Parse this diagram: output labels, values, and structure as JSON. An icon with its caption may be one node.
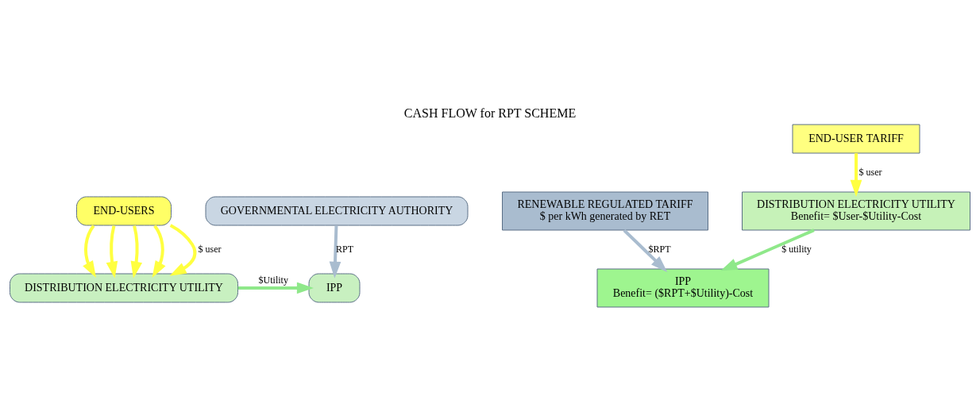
{
  "diagram": {
    "title": "CASH FLOW for RPT SCHEME",
    "nodes": [
      {
        "text": [
          "GOVERNMENTAL ELECTRICITY AUTHORITY"
        ]
      },
      {
        "text": [
          "IPP"
        ]
      },
      {
        "text": [
          "DISTRIBUTION ELECTRICITY UTILITY"
        ]
      },
      {
        "text": [
          "END-USERS"
        ]
      },
      {
        "text": [
          "RENEWABLE REGULATED TARIFF",
          "$ per kWh generated by RET"
        ]
      },
      {
        "text": [
          "IPP",
          "Benefit= ($RPT+$Utility)-Cost"
        ]
      },
      {
        "text": [
          "DISTRIBUTION ELECTRICITY UTILITY",
          "Benefit= $User-$Utility-Cost"
        ]
      },
      {
        "text": [
          "END-USER TARIFF"
        ]
      }
    ],
    "edges": [
      {
        "from": 0,
        "to": 1,
        "arrow": "to",
        "label": "RPT",
        "color": "#a9bccf"
      },
      {
        "from": 2,
        "to": 1,
        "arrow": "to",
        "label": "$Utility",
        "color": "#8fe88a"
      },
      {
        "from": 3,
        "to": 2,
        "arrow": "to",
        "label": "$ user"
      },
      {
        "from": 3,
        "to": 2,
        "arrow": "to"
      },
      {
        "from": 3,
        "to": 2,
        "arrow": "to"
      },
      {
        "from": 3,
        "to": 2,
        "arrow": "to"
      },
      {
        "from": 3,
        "to": 2,
        "arrow": "to"
      },
      {
        "from": 4,
        "to": 5,
        "arrow": "to",
        "label": "$RPT",
        "color": "#a9bccf"
      },
      {
        "from": 6,
        "to": 5,
        "arrow": "to",
        "label": "$ utility",
        "color": "#8fe88a"
      },
      {
        "from": 7,
        "to": 6,
        "arrow": "to",
        "label": "$ user"
      }
    ]
  }
}
